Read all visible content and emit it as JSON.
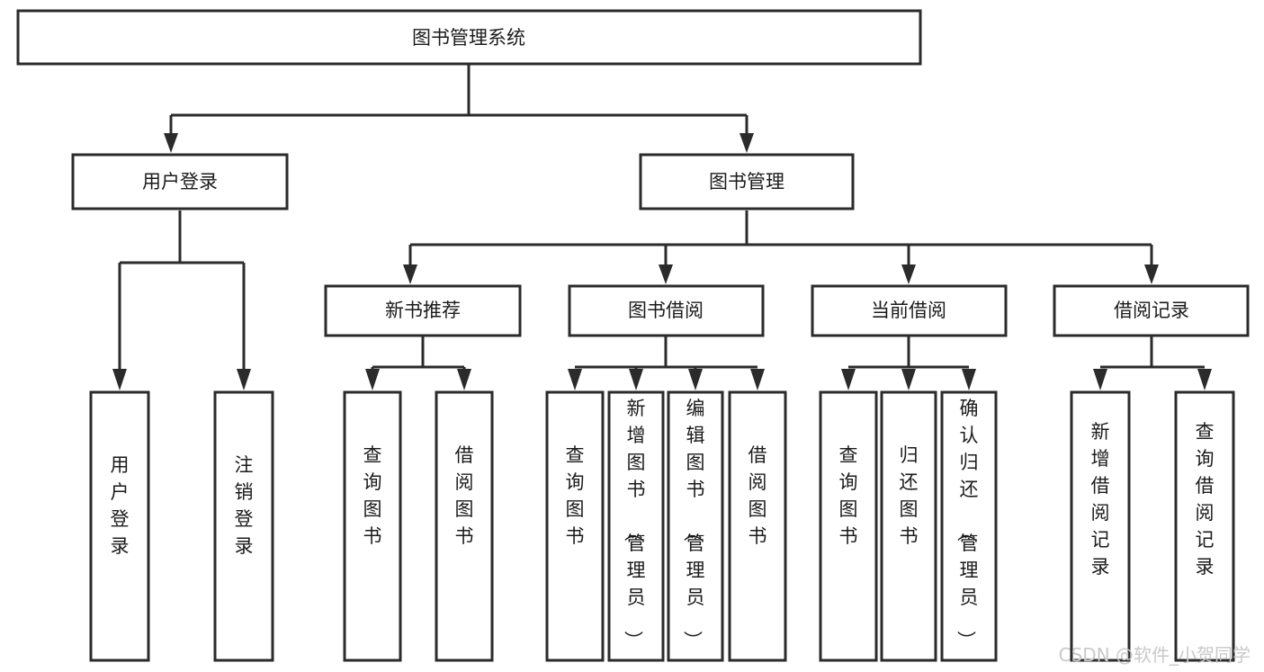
{
  "diagram": {
    "title": "图书管理系统",
    "type": "tree-hierarchy",
    "orientation": "top-down",
    "accent_color": "#2b2b2b",
    "background_color": "#ffffff",
    "node_fill": "#ffffff",
    "watermark": "CSDN @软件_小贺同学",
    "nodes": {
      "root": {
        "label": "图书管理系统"
      },
      "level2": [
        {
          "id": "user-login",
          "label": "用户登录"
        },
        {
          "id": "book-management",
          "label": "图书管理"
        }
      ],
      "level3": [
        {
          "id": "new-book-recommend",
          "label": "新书推荐"
        },
        {
          "id": "book-borrow",
          "label": "图书借阅"
        },
        {
          "id": "current-borrow",
          "label": "当前借阅"
        },
        {
          "id": "borrow-record",
          "label": "借阅记录"
        }
      ],
      "leaves": {
        "user-login": [
          {
            "id": "leaf-user-login",
            "label": "用户登录"
          },
          {
            "id": "leaf-logout-login",
            "label": "注销登录"
          }
        ],
        "new-book-recommend": [
          {
            "id": "leaf-query-book-1",
            "label": "查询图书"
          },
          {
            "id": "leaf-borrow-book-1",
            "label": "借阅图书"
          }
        ],
        "book-borrow": [
          {
            "id": "leaf-query-book-2",
            "label": "查询图书"
          },
          {
            "id": "leaf-add-book",
            "label": "新增图书（管理员）"
          },
          {
            "id": "leaf-edit-book",
            "label": "编辑图书（管理员）"
          },
          {
            "id": "leaf-borrow-book-2",
            "label": "借阅图书"
          }
        ],
        "current-borrow": [
          {
            "id": "leaf-query-book-3",
            "label": "查询图书"
          },
          {
            "id": "leaf-return-book",
            "label": "归还图书"
          },
          {
            "id": "leaf-confirm-return",
            "label": "确认归还（管理员）"
          }
        ],
        "borrow-record": [
          {
            "id": "leaf-add-record",
            "label": "新增借阅记录"
          },
          {
            "id": "leaf-query-record",
            "label": "查询借阅记录"
          }
        ]
      }
    }
  }
}
